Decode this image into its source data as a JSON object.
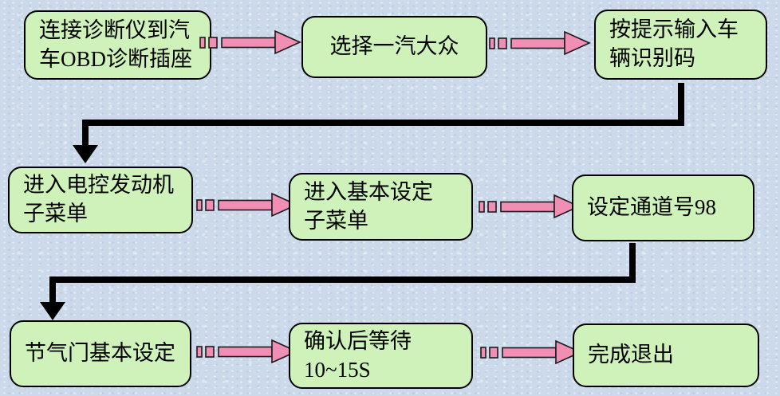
{
  "flowchart": {
    "steps": [
      {
        "label": "连接诊断仪到汽\n车OBD诊断插座"
      },
      {
        "label": "选择一汽大众"
      },
      {
        "label": "按提示输入车\n辆识别码"
      },
      {
        "label": "进入电控发动机\n子菜单"
      },
      {
        "label": "进入基本设定\n子菜单"
      },
      {
        "label": "设定通道号98"
      },
      {
        "label": "节气门基本设定"
      },
      {
        "label": "确认后等待\n10~15S"
      },
      {
        "label": "完成退出"
      }
    ],
    "colors": {
      "background": "#cbd9ea",
      "box_fill": "#cff2ba",
      "box_border": "#000000",
      "arrow_fill": "#f08eb4",
      "connector": "#000000"
    }
  }
}
